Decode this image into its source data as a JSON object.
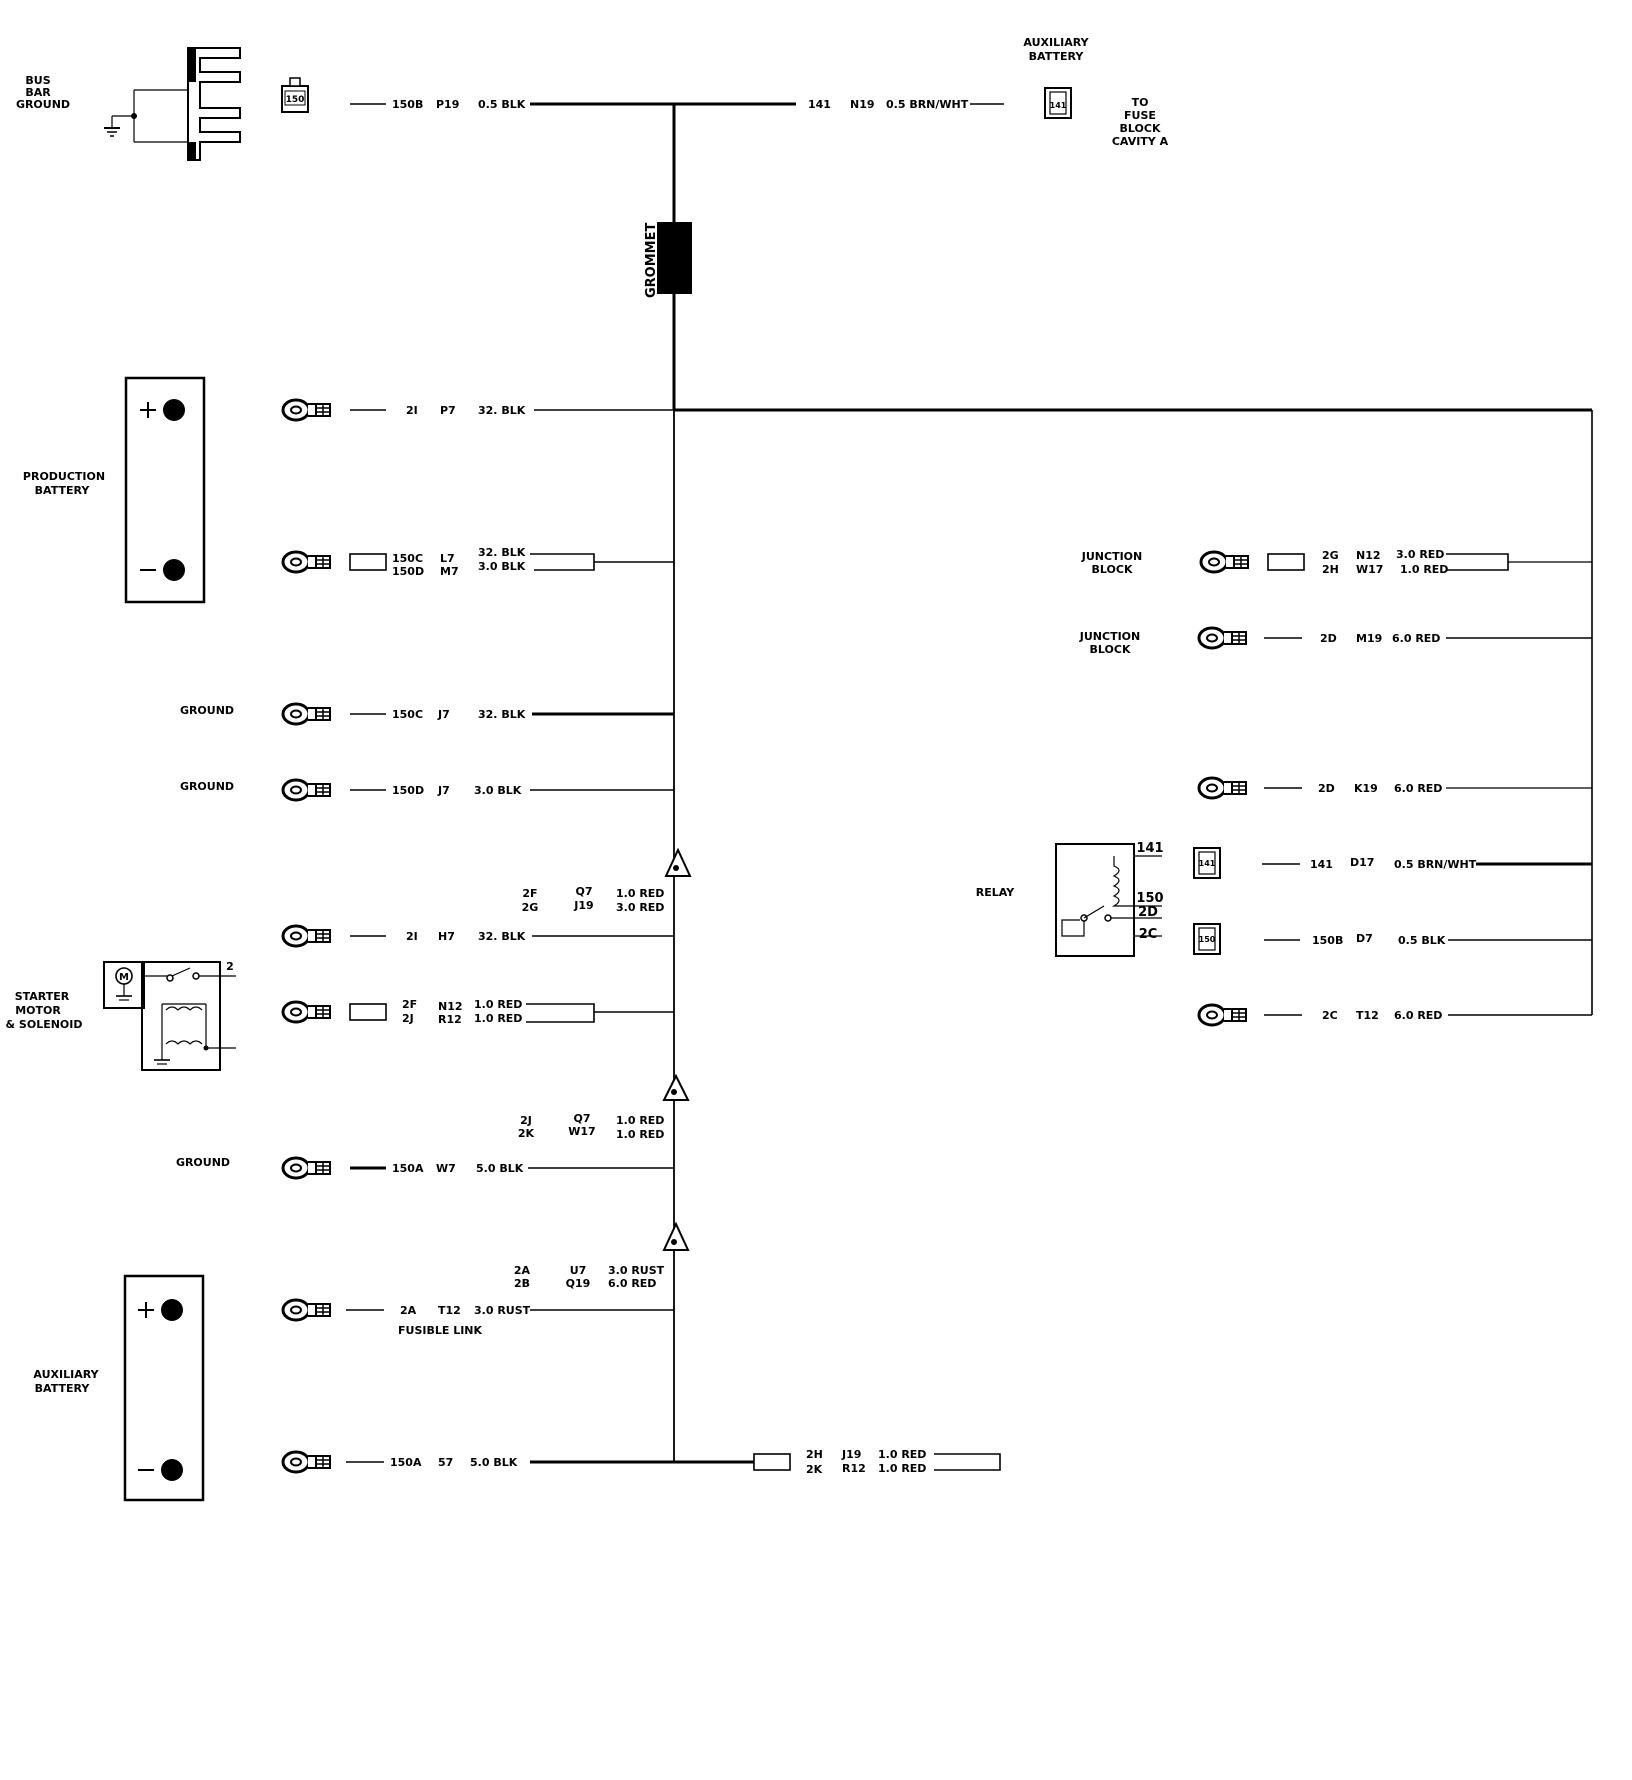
{
  "left_labels": {
    "bus_bar_ground": [
      "BUS",
      "BAR",
      "GROUND"
    ],
    "production_battery": [
      "PRODUCTION",
      "BATTERY"
    ],
    "ground_1": "GROUND",
    "ground_2": "GROUND",
    "starter_motor": [
      "STARTER",
      "MOTOR",
      "& SOLENOID"
    ],
    "ground_3": "GROUND",
    "auxiliary_battery": [
      "AUXILIARY",
      "BATTERY"
    ]
  },
  "top_right": {
    "aux_battery": [
      "AUXILIARY",
      "BATTERY"
    ],
    "fuse_block": [
      "TO",
      "FUSE",
      "BLOCK",
      "CAVITY A"
    ],
    "connector_id": "141",
    "circuit": "141",
    "code": "N19",
    "wire": "0.5 BRN/WHT"
  },
  "grommet": "GROMMET",
  "bus_connector_id": "150",
  "left_wires": {
    "bus": {
      "circuit": "150B",
      "code": "P19",
      "wire": "0.5 BLK"
    },
    "prod_pos": {
      "circuit": "2I",
      "code": "P7",
      "wire": "32. BLK"
    },
    "prod_neg": {
      "circuits": [
        "150C",
        "150D"
      ],
      "codes": [
        "L7",
        "M7"
      ],
      "wires": [
        "32. BLK",
        "3.0 BLK"
      ]
    },
    "ground1": {
      "circuit": "150C",
      "code": "J7",
      "wire": "32. BLK"
    },
    "ground2": {
      "circuit": "150D",
      "code": "J7",
      "wire": "3.0 BLK"
    },
    "splice1": {
      "circuits": [
        "2F",
        "2G"
      ],
      "codes": [
        "Q7",
        "J19"
      ],
      "wires": [
        "1.0 RED",
        "3.0 RED"
      ]
    },
    "starter1": {
      "circuit": "2I",
      "code": "H7",
      "wire": "32. BLK"
    },
    "starter2": {
      "circuits": [
        "2F",
        "2J"
      ],
      "codes": [
        "N12",
        "R12"
      ],
      "wires": [
        "1.0 RED",
        "1.0 RED"
      ]
    },
    "splice2": {
      "circuits": [
        "2J",
        "2K"
      ],
      "codes": [
        "Q7",
        "W17"
      ],
      "wires": [
        "1.0 RED",
        "1.0 RED"
      ]
    },
    "ground3": {
      "circuit": "150A",
      "code": "W7",
      "wire": "5.0 BLK"
    },
    "splice3": {
      "circuits": [
        "2A",
        "2B"
      ],
      "codes": [
        "U7",
        "Q19"
      ],
      "wires": [
        "3.0 RUST",
        "6.0 RED"
      ]
    },
    "aux_pos": {
      "circuit": "2A",
      "code": "T12",
      "wire": "3.0 RUST",
      "note": "FUSIBLE LINK"
    },
    "aux_neg": {
      "circuit": "150A",
      "code": "57",
      "wire": "5.0 BLK"
    },
    "bottom_branch": {
      "circuits": [
        "2H",
        "2K"
      ],
      "codes": [
        "J19",
        "R12"
      ],
      "wires": [
        "1.0 RED",
        "1.0 RED"
      ]
    }
  },
  "starter_terminal": "2",
  "right_labels": {
    "junction_block_1": [
      "JUNCTION",
      "BLOCK"
    ],
    "junction_block_2": [
      "JUNCTION",
      "BLOCK"
    ],
    "relay": "RELAY"
  },
  "relay_pins": [
    "141",
    "150",
    "2D",
    "2C"
  ],
  "right_connectors": [
    "141",
    "150"
  ],
  "right_wires": {
    "jb1": {
      "circuits": [
        "2G",
        "2H"
      ],
      "codes": [
        "N12",
        "W17"
      ],
      "wires": [
        "3.0 RED",
        "1.0 RED"
      ]
    },
    "jb2": {
      "circuit": "2D",
      "code": "M19",
      "wire": "6.0 RED"
    },
    "r3": {
      "circuit": "2D",
      "code": "K19",
      "wire": "6.0 RED"
    },
    "r4": {
      "circuit": "141",
      "code": "D17",
      "wire": "0.5 BRN/WHT"
    },
    "r5": {
      "circuit": "150B",
      "code": "D7",
      "wire": "0.5 BLK"
    },
    "r6": {
      "circuit": "2C",
      "code": "T12",
      "wire": "6.0 RED"
    }
  }
}
